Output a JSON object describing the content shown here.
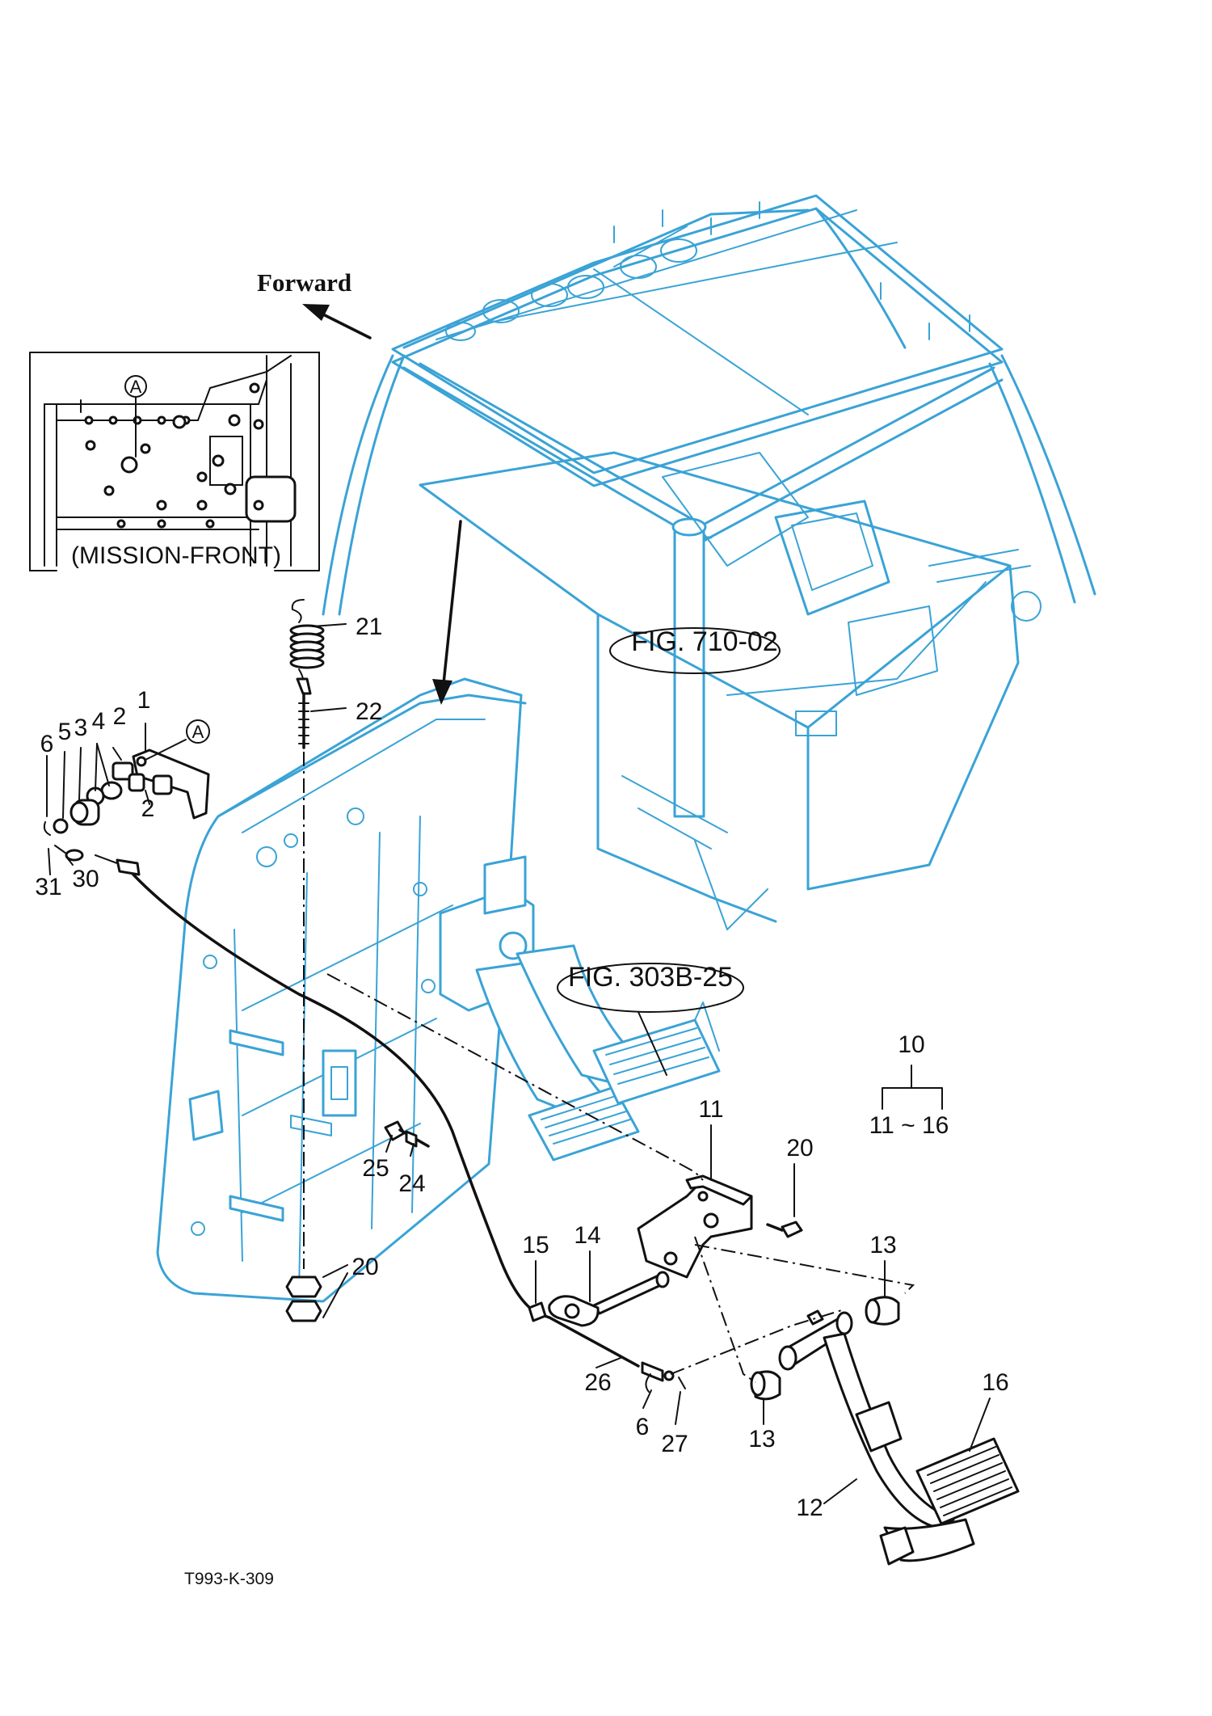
{
  "diagram": {
    "direction_label": "Forward",
    "inset_label": "(MISSION-FRONT)",
    "detail_marker": "A",
    "figure_refs": [
      "FIG. 710-02",
      "FIG. 303B-25"
    ],
    "drawing_code": "T993-K-309",
    "assembly": {
      "number": "10",
      "range_label": "11 ~ 16"
    },
    "callouts": {
      "c1": "1",
      "c2a": "2",
      "c2b": "2",
      "c3": "3",
      "c4": "4",
      "c5": "5",
      "c6a": "6",
      "c6b": "6",
      "c30": "30",
      "c31": "31",
      "c21": "21",
      "c22": "22",
      "c24": "24",
      "c25": "25",
      "c20a": "20",
      "c20b": "20",
      "c11": "11",
      "c13a": "13",
      "c13b": "13",
      "c14": "14",
      "c15": "15",
      "c16": "16",
      "c12": "12",
      "c26": "26",
      "c27": "27"
    }
  },
  "colors": {
    "frame_line": "#3aa3d6",
    "part_line": "#111111",
    "background": "#ffffff"
  }
}
